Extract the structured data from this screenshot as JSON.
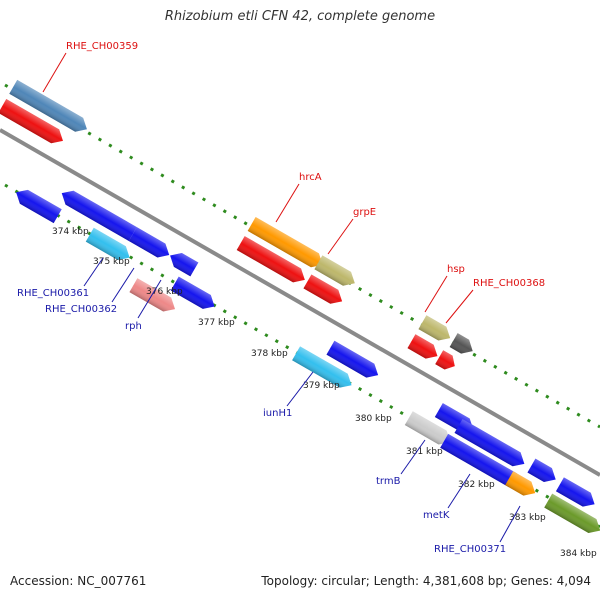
{
  "title": "Rhizobium etli CFN 42, complete genome",
  "footer": {
    "accession": "Accession: NC_007761",
    "topology": "Topology: circular; Length: 4,381,608 bp; Genes: 4,094"
  },
  "colors": {
    "backbone": "#8a8a8a",
    "tick": "#2e8b1e",
    "forward_label": "#dd1111",
    "reverse_label": "#1a1aa8",
    "kbp_label": "#222222"
  },
  "kbp_ticks": [
    "374 kbp",
    "375 kbp",
    "376 kbp",
    "377 kbp",
    "378 kbp",
    "379 kbp",
    "380 kbp",
    "381 kbp",
    "382 kbp",
    "383 kbp",
    "384 kbp"
  ],
  "gene_labels": {
    "forward": [
      "RHE_CH00359",
      "hrcA",
      "grpE",
      "hsp",
      "RHE_CH00368"
    ],
    "reverse": [
      "RHE_CH00361",
      "RHE_CH00362",
      "rph",
      "iunH1",
      "trmB",
      "metK",
      "RHE_CH00371"
    ]
  },
  "gene_colors": {
    "steelblue": "#4f86b8",
    "red": "#ee1111",
    "blue": "#1515ee",
    "cyan": "#33bfee",
    "pink": "#ee8888",
    "orange": "#ff9900",
    "khaki": "#bdb76b",
    "darkgray": "#555555",
    "lightgray": "#cccccc",
    "olive": "#6b9a2a"
  }
}
